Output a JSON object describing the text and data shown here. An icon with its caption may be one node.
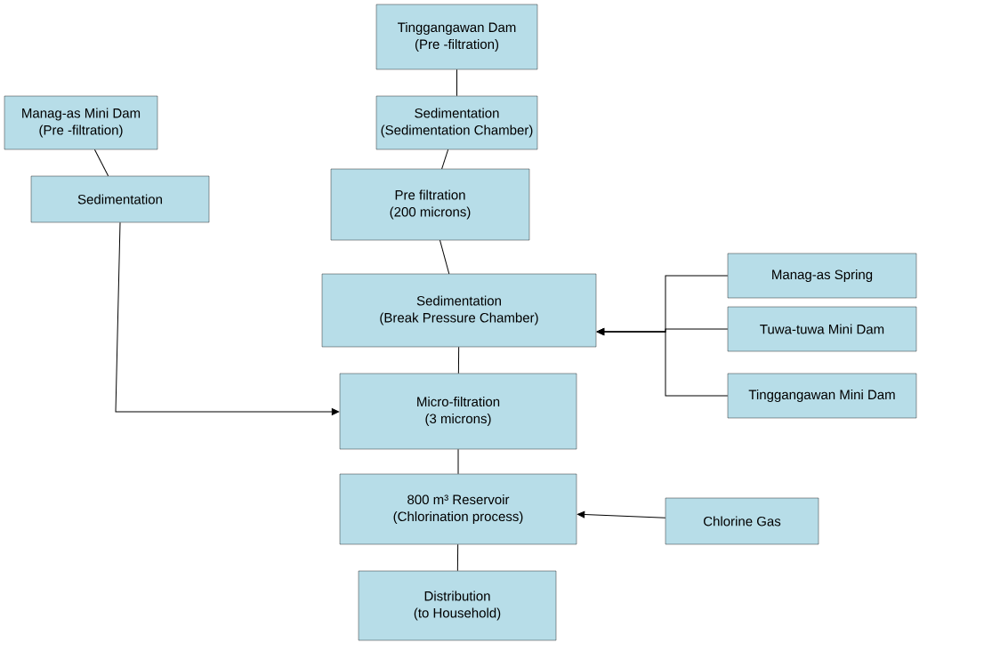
{
  "diagram": {
    "nodes": [
      {
        "text": [
          "Tinggangawan Dam",
          "(Pre -filtration)"
        ]
      },
      {
        "text": [
          "Sedimentation",
          "(Sedimentation Chamber)"
        ]
      },
      {
        "text": [
          "Manag-as Mini Dam",
          "(Pre -filtration)"
        ]
      },
      {
        "text": [
          "Sedimentation"
        ]
      },
      {
        "text": [
          "Pre filtration",
          "(200 microns)"
        ]
      },
      {
        "text": [
          "Sedimentation",
          "(Break Pressure Chamber)"
        ]
      },
      {
        "text": [
          "Manag-as Spring"
        ]
      },
      {
        "text": [
          "Tuwa-tuwa Mini Dam"
        ]
      },
      {
        "text": [
          "Tinggangawan Mini Dam"
        ]
      },
      {
        "text": [
          "Micro-filtration",
          "(3 microns)"
        ]
      },
      {
        "text": [
          "800 m³ Reservoir",
          "(Chlorination process)"
        ]
      },
      {
        "text": [
          "Chlorine Gas"
        ]
      },
      {
        "text": [
          "Distribution",
          "(to Household)"
        ]
      }
    ],
    "edges": [
      {
        "from": 0,
        "to": 1,
        "arrow": "none"
      },
      {
        "from": 1,
        "to": 4,
        "arrow": "none"
      },
      {
        "from": 4,
        "to": 5,
        "arrow": "none"
      },
      {
        "from": 2,
        "to": 3,
        "arrow": "none"
      },
      {
        "from": 6,
        "to": 5,
        "arrow": "to"
      },
      {
        "from": 7,
        "to": 5,
        "arrow": "to"
      },
      {
        "from": 8,
        "to": 5,
        "arrow": "to"
      },
      {
        "from": 5,
        "to": 9,
        "arrow": "none"
      },
      {
        "from": 3,
        "to": 9,
        "arrow": "to"
      },
      {
        "from": 9,
        "to": 10,
        "arrow": "none"
      },
      {
        "from": 11,
        "to": 10,
        "arrow": "to"
      },
      {
        "from": 10,
        "to": 12,
        "arrow": "none"
      }
    ]
  }
}
